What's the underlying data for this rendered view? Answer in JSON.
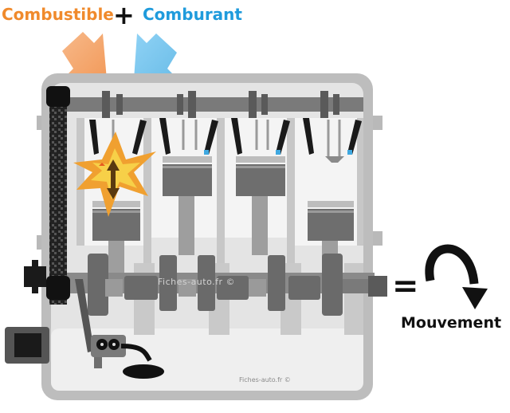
{
  "labels": {
    "fuel": "Combustible",
    "plus": "+",
    "oxidizer": "Comburant",
    "equals": "=",
    "movement": "Mouvement"
  },
  "watermarks": {
    "center": "Fiches-auto.fr ©",
    "bottom": "Fiches-auto.fr ©"
  },
  "colors": {
    "fuel": "#f08a2c",
    "oxidizer": "#1f9bdc",
    "engine_light": "#e2e2e2",
    "engine_mid": "#b9b9b9",
    "engine_dark": "#6e6e6e",
    "engine_darker": "#555555",
    "explosion_outer": "#f0a030",
    "explosion_inner": "#f7d048"
  }
}
